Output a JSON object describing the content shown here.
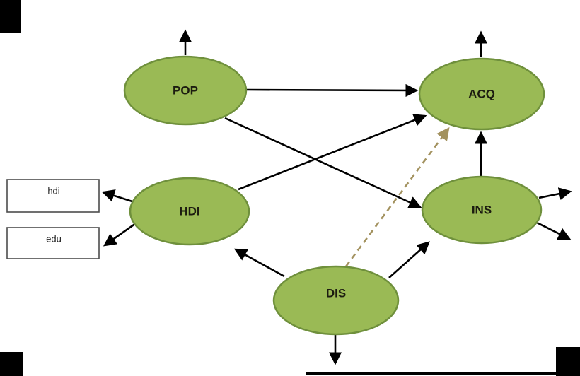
{
  "diagram": {
    "type": "path-model",
    "nodes": {
      "pop": {
        "label": "POP"
      },
      "acq": {
        "label": "ACQ"
      },
      "hdi": {
        "label": "HDI"
      },
      "ins": {
        "label": "INS"
      },
      "dis": {
        "label": "DIS"
      }
    },
    "indicators": {
      "hdi": {
        "label": "hdi"
      },
      "edu": {
        "label": "edu"
      }
    },
    "edges": [
      {
        "from": "POP",
        "to": "ACQ",
        "style": "solid"
      },
      {
        "from": "POP",
        "to": "INS",
        "style": "solid"
      },
      {
        "from": "HDI",
        "to": "ACQ",
        "style": "solid"
      },
      {
        "from": "HDI",
        "to": "hdi",
        "style": "solid"
      },
      {
        "from": "HDI",
        "to": "edu",
        "style": "solid"
      },
      {
        "from": "DIS",
        "to": "HDI",
        "style": "solid"
      },
      {
        "from": "DIS",
        "to": "INS",
        "style": "solid"
      },
      {
        "from": "DIS",
        "to": "ACQ",
        "style": "dashed"
      },
      {
        "from": "INS",
        "to": "ACQ",
        "style": "solid"
      },
      {
        "from": "POP",
        "to": "up-exogenous",
        "style": "solid"
      },
      {
        "from": "ACQ",
        "to": "up-exogenous",
        "style": "solid"
      },
      {
        "from": "INS",
        "to": "right-output-1",
        "style": "solid"
      },
      {
        "from": "INS",
        "to": "right-output-2",
        "style": "solid"
      },
      {
        "from": "DIS",
        "to": "down-output",
        "style": "solid"
      }
    ],
    "colors": {
      "node_fill": "#9aba55",
      "node_stroke": "#6f903c",
      "arrow": "#000000",
      "dashed_arrow": "#a3925f",
      "background": "#ffffff"
    }
  }
}
